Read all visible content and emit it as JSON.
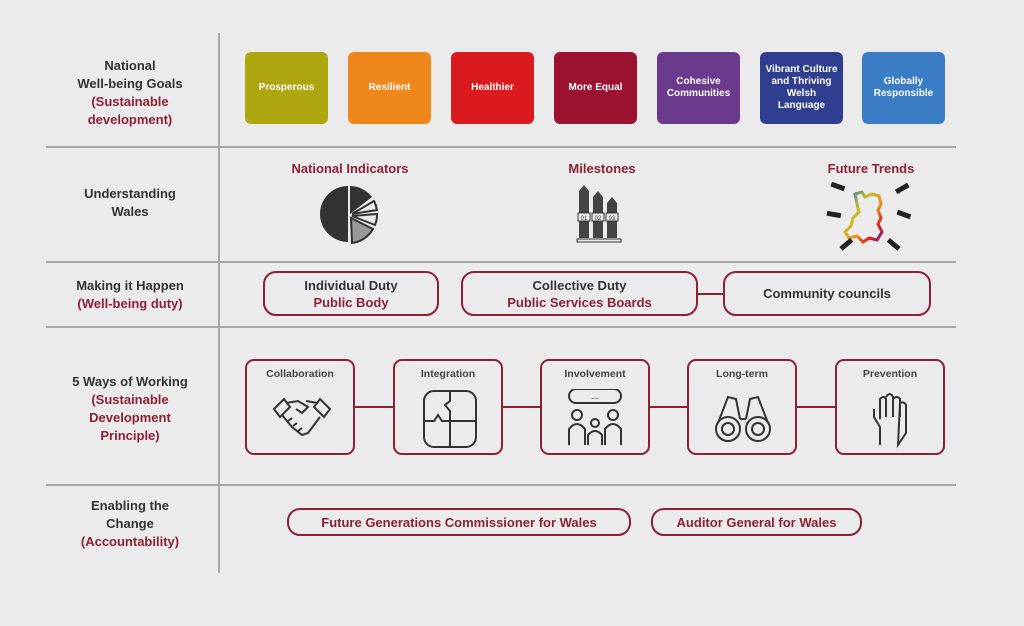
{
  "rows": [
    {
      "title": "National\nWell-being Goals",
      "sub": "(Sustainable\ndevelopment)"
    },
    {
      "title": "Understanding\nWales",
      "sub": ""
    },
    {
      "title": "Making it Happen",
      "sub": "(Well-being duty)"
    },
    {
      "title": "5 Ways of Working",
      "sub": "(Sustainable\nDevelopment\nPrinciple)"
    },
    {
      "title": "Enabling the\nChange",
      "sub": "(Accountability)"
    }
  ],
  "goals": [
    {
      "label": "Prosperous",
      "color": "#ADA60E"
    },
    {
      "label": "Resilient",
      "color": "#EF871B"
    },
    {
      "label": "Healthier",
      "color": "#DB1A1D"
    },
    {
      "label": "More Equal",
      "color": "#9B1230"
    },
    {
      "label": "Cohesive Communities",
      "color": "#6B3A8C"
    },
    {
      "label": "Vibrant Culture and Thriving Welsh Language",
      "color": "#2F3E8F"
    },
    {
      "label": "Globally Responsible",
      "color": "#3A7DC6"
    }
  ],
  "understanding": [
    {
      "label": "National Indicators",
      "icon": "pie-chart-icon"
    },
    {
      "label": "Milestones",
      "icon": "milestones-icon",
      "tags": [
        "01",
        "02",
        "03"
      ]
    },
    {
      "label": "Future Trends",
      "icon": "wales-map-icon"
    }
  ],
  "duties": [
    {
      "line1": "Individual Duty",
      "line2": "Public Body"
    },
    {
      "line1": "Collective Duty",
      "line2": "Public Services Boards"
    },
    {
      "line1": "Community councils",
      "line2": ""
    }
  ],
  "ways": [
    {
      "label": "Collaboration",
      "icon": "handshake-icon"
    },
    {
      "label": "Integration",
      "icon": "puzzle-icon"
    },
    {
      "label": "Involvement",
      "icon": "people-icon",
      "bubble": "..."
    },
    {
      "label": "Long-term",
      "icon": "binoculars-icon"
    },
    {
      "label": "Prevention",
      "icon": "hand-icon"
    }
  ],
  "accountability": [
    "Future Generations Commissioner for Wales",
    "Auditor General for Wales"
  ],
  "colors": {
    "accent": "#8b2036",
    "background": "#ebebeb"
  }
}
